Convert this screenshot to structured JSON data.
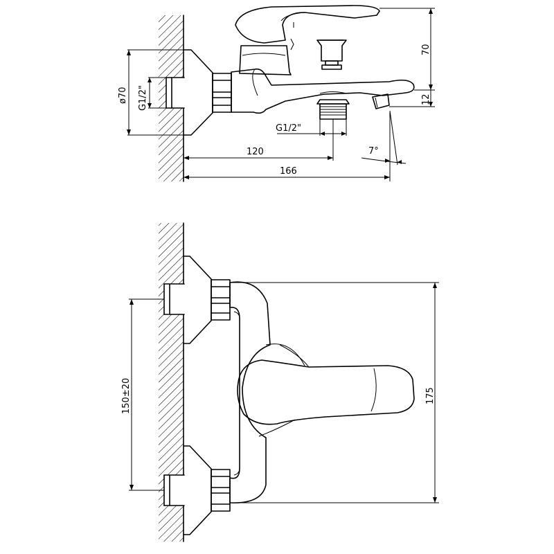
{
  "dimensions": {
    "top_dia": "ø70",
    "top_inlet_thread": "G1/2\"",
    "top_outlet_thread": "G1/2\"",
    "top_len_120": "120",
    "top_len_166": "166",
    "top_angle": "7°",
    "top_height_70": "70",
    "top_height_12": "12",
    "front_centers": "150±20",
    "front_height": "175"
  }
}
